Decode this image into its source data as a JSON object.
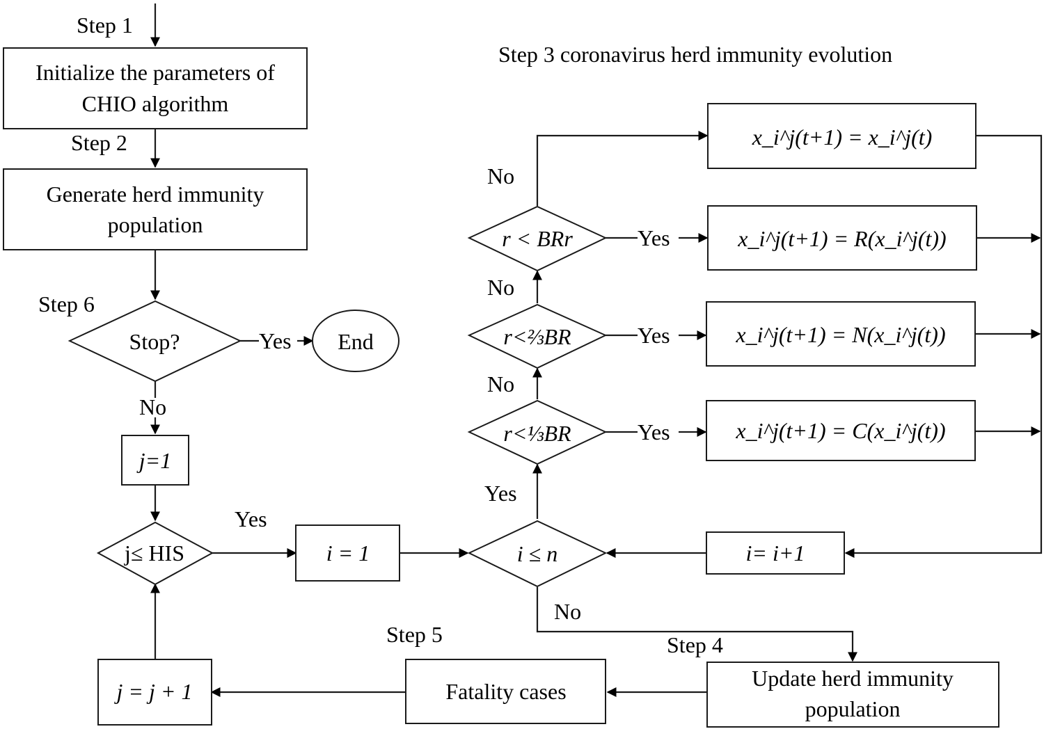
{
  "labels": {
    "step1": "Step 1",
    "step2": "Step 2",
    "step3_title": "Step 3 coronavirus herd immunity evolution",
    "step4": "Step 4",
    "step5": "Step 5",
    "step6": "Step 6"
  },
  "boxes": {
    "init_line1": "Initialize the parameters of",
    "init_line2": "CHIO algorithm",
    "generate_line1": "Generate herd immunity",
    "generate_line2": "population",
    "end": "End",
    "j_init": "j=1",
    "i_init": "i = 1",
    "i_increment": "i= i+1",
    "update_line1": "Update herd immunity",
    "update_line2": "population",
    "fatality": "Fatality cases",
    "j_increment": "j = j + 1"
  },
  "decisions": {
    "stop": "Stop?",
    "j_his": "j≤ HIS",
    "i_n": "i ≤ n",
    "r_third": "r<⅓BR",
    "r_two_third": "r<⅔BR",
    "r_br": "r < BRr"
  },
  "formulas": {
    "keep": "x_i^j(t+1) = x_i^j(t)",
    "random": "x_i^j(t+1) = R(x_i^j(t))",
    "normal": "x_i^j(t+1) = N(x_i^j(t))",
    "common": "x_i^j(t+1) = C(x_i^j(t))"
  },
  "edge_labels": {
    "yes": "Yes",
    "no": "No"
  }
}
